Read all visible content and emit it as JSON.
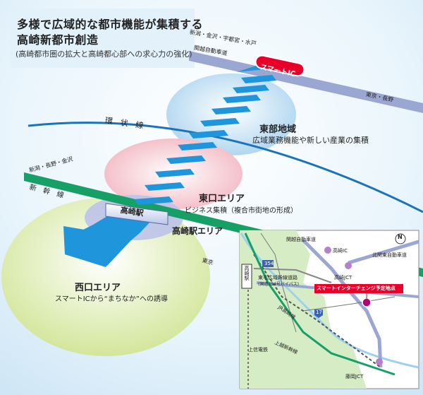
{
  "title": {
    "line1": "多様で広域的な都市機能が集積する",
    "line2": "高崎新都市創造",
    "sub": "(高崎都市圏の拡大と高崎都心部への求心力の強化)"
  },
  "expressway": {
    "top_label": "新潟・金沢・宇都宮・水戸",
    "name": "関越自動車道",
    "end_label": "東京・長野"
  },
  "smart_ic_badge": "スマートIC",
  "ring_road": "環　状　線",
  "east_area": {
    "name": "東部地域",
    "desc": "広域業務機能や新しい産業の集積"
  },
  "east_exit": {
    "name": "東口エリア",
    "desc": "ビジネス集積（複合市街地の形成）"
  },
  "shinkansen": {
    "destinations": "新潟・長野・金沢",
    "name": "新　幹　線",
    "end_label": "東京"
  },
  "station": {
    "name": "高崎駅",
    "area": "高崎駅エリア"
  },
  "west_exit": {
    "name": "西口エリア",
    "desc": "スマートICから“まちなか”への誘導"
  },
  "inset_map": {
    "north_mark": "N",
    "labels": {
      "kanetsu": "関越自動車道",
      "takasaki_ic": "高崎IC",
      "kitakanto": "北関東自動車道",
      "route354_no": "354",
      "east_bypass": "東毛広域幹線道路",
      "east_bypass_sub": "(国道354号バイパス)",
      "takasaki_jct": "高崎JCT",
      "smart_ic_site": "スマートインターチェンジ予定地点",
      "takasaki_station": "高崎駅",
      "jr_line": "JR高崎線",
      "route17_no": "17",
      "joshin": "上信電鉄",
      "joetsu": "上越新幹線",
      "fujioka_jct": "藤岡JCT"
    }
  },
  "colors": {
    "sky_bg": "#d7ecf8",
    "east_ellipse": "#a9d3ef",
    "east_exit_ellipse": "#f2b4be",
    "west_ellipse": "#d7e8a6",
    "expressway": "#9aa7d3",
    "shinkansen": "#16a066",
    "arrow": "#1f95dc",
    "badge_red": "#e8002b",
    "ring_line": "#1d73b9"
  }
}
